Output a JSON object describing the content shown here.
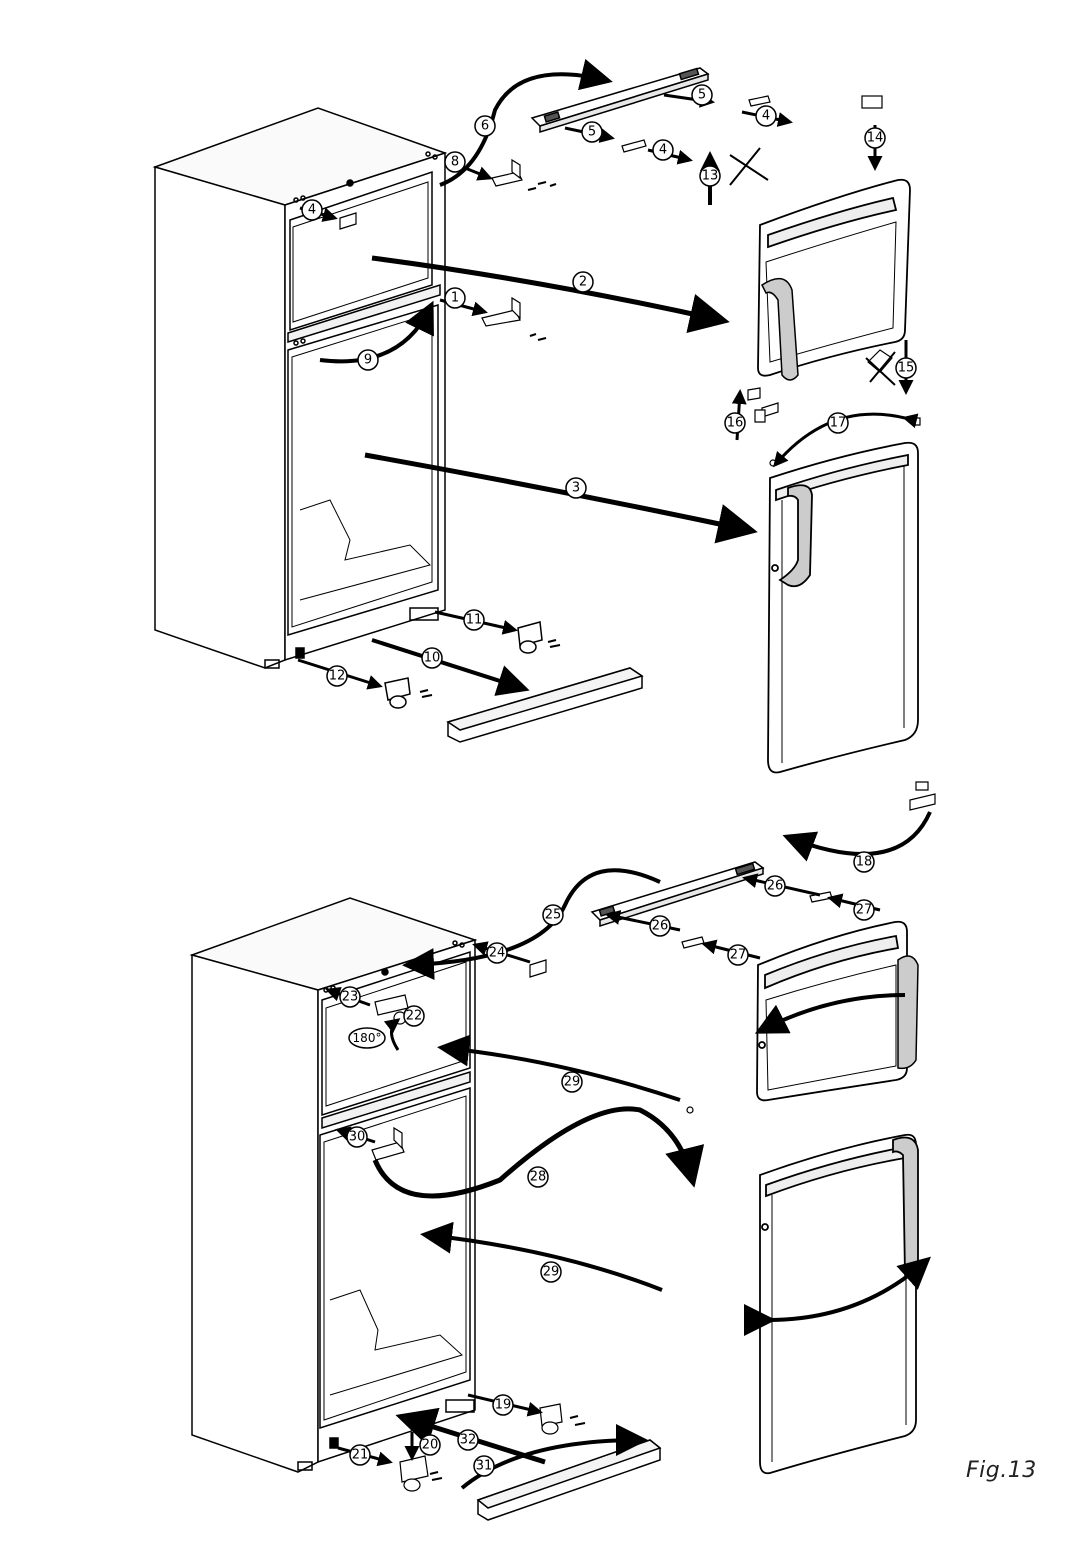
{
  "figure": {
    "caption": "Fig.13",
    "step_labels": {
      "s1": "1",
      "s2": "2",
      "s3": "3",
      "s4a": "4",
      "s4b": "4",
      "s4c": "4",
      "s5a": "5",
      "s5b": "5",
      "s6": "6",
      "s8": "8",
      "s9": "9",
      "s10": "10",
      "s11": "11",
      "s12": "12",
      "s13": "13",
      "s14": "14",
      "s15": "15",
      "s16": "16",
      "s17": "17",
      "s18": "18",
      "s19": "19",
      "s20": "20",
      "s21": "21",
      "s22": "22",
      "s23": "23",
      "s24": "24",
      "s25": "25",
      "s26a": "26",
      "s26b": "26",
      "s27a": "27",
      "s27b": "27",
      "s28": "28",
      "s29a": "29",
      "s29b": "29",
      "s30": "30",
      "s31": "31",
      "s32": "32"
    },
    "rotation_label": "180°"
  }
}
